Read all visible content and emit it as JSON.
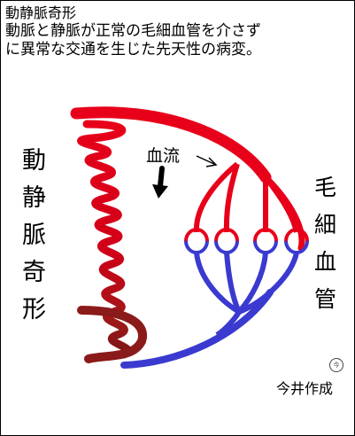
{
  "title": "動静脈奇形",
  "description_lines": [
    "動脈と静脈が正常の毛細血管を介さず",
    "に異常な交通を生じた先天性の病変。"
  ],
  "labels": {
    "avm": "動静脈奇形",
    "capillary": "毛細血管",
    "blood_flow": "血流"
  },
  "credit": "今井作成",
  "stamp": "今",
  "colors": {
    "artery": "#e8001a",
    "vein": "#3a3ad0",
    "nidus_dark": "#8b1a1a",
    "text": "#000000"
  },
  "icons": [
    "down-arrow-icon",
    "flow-pointer-arrow"
  ]
}
